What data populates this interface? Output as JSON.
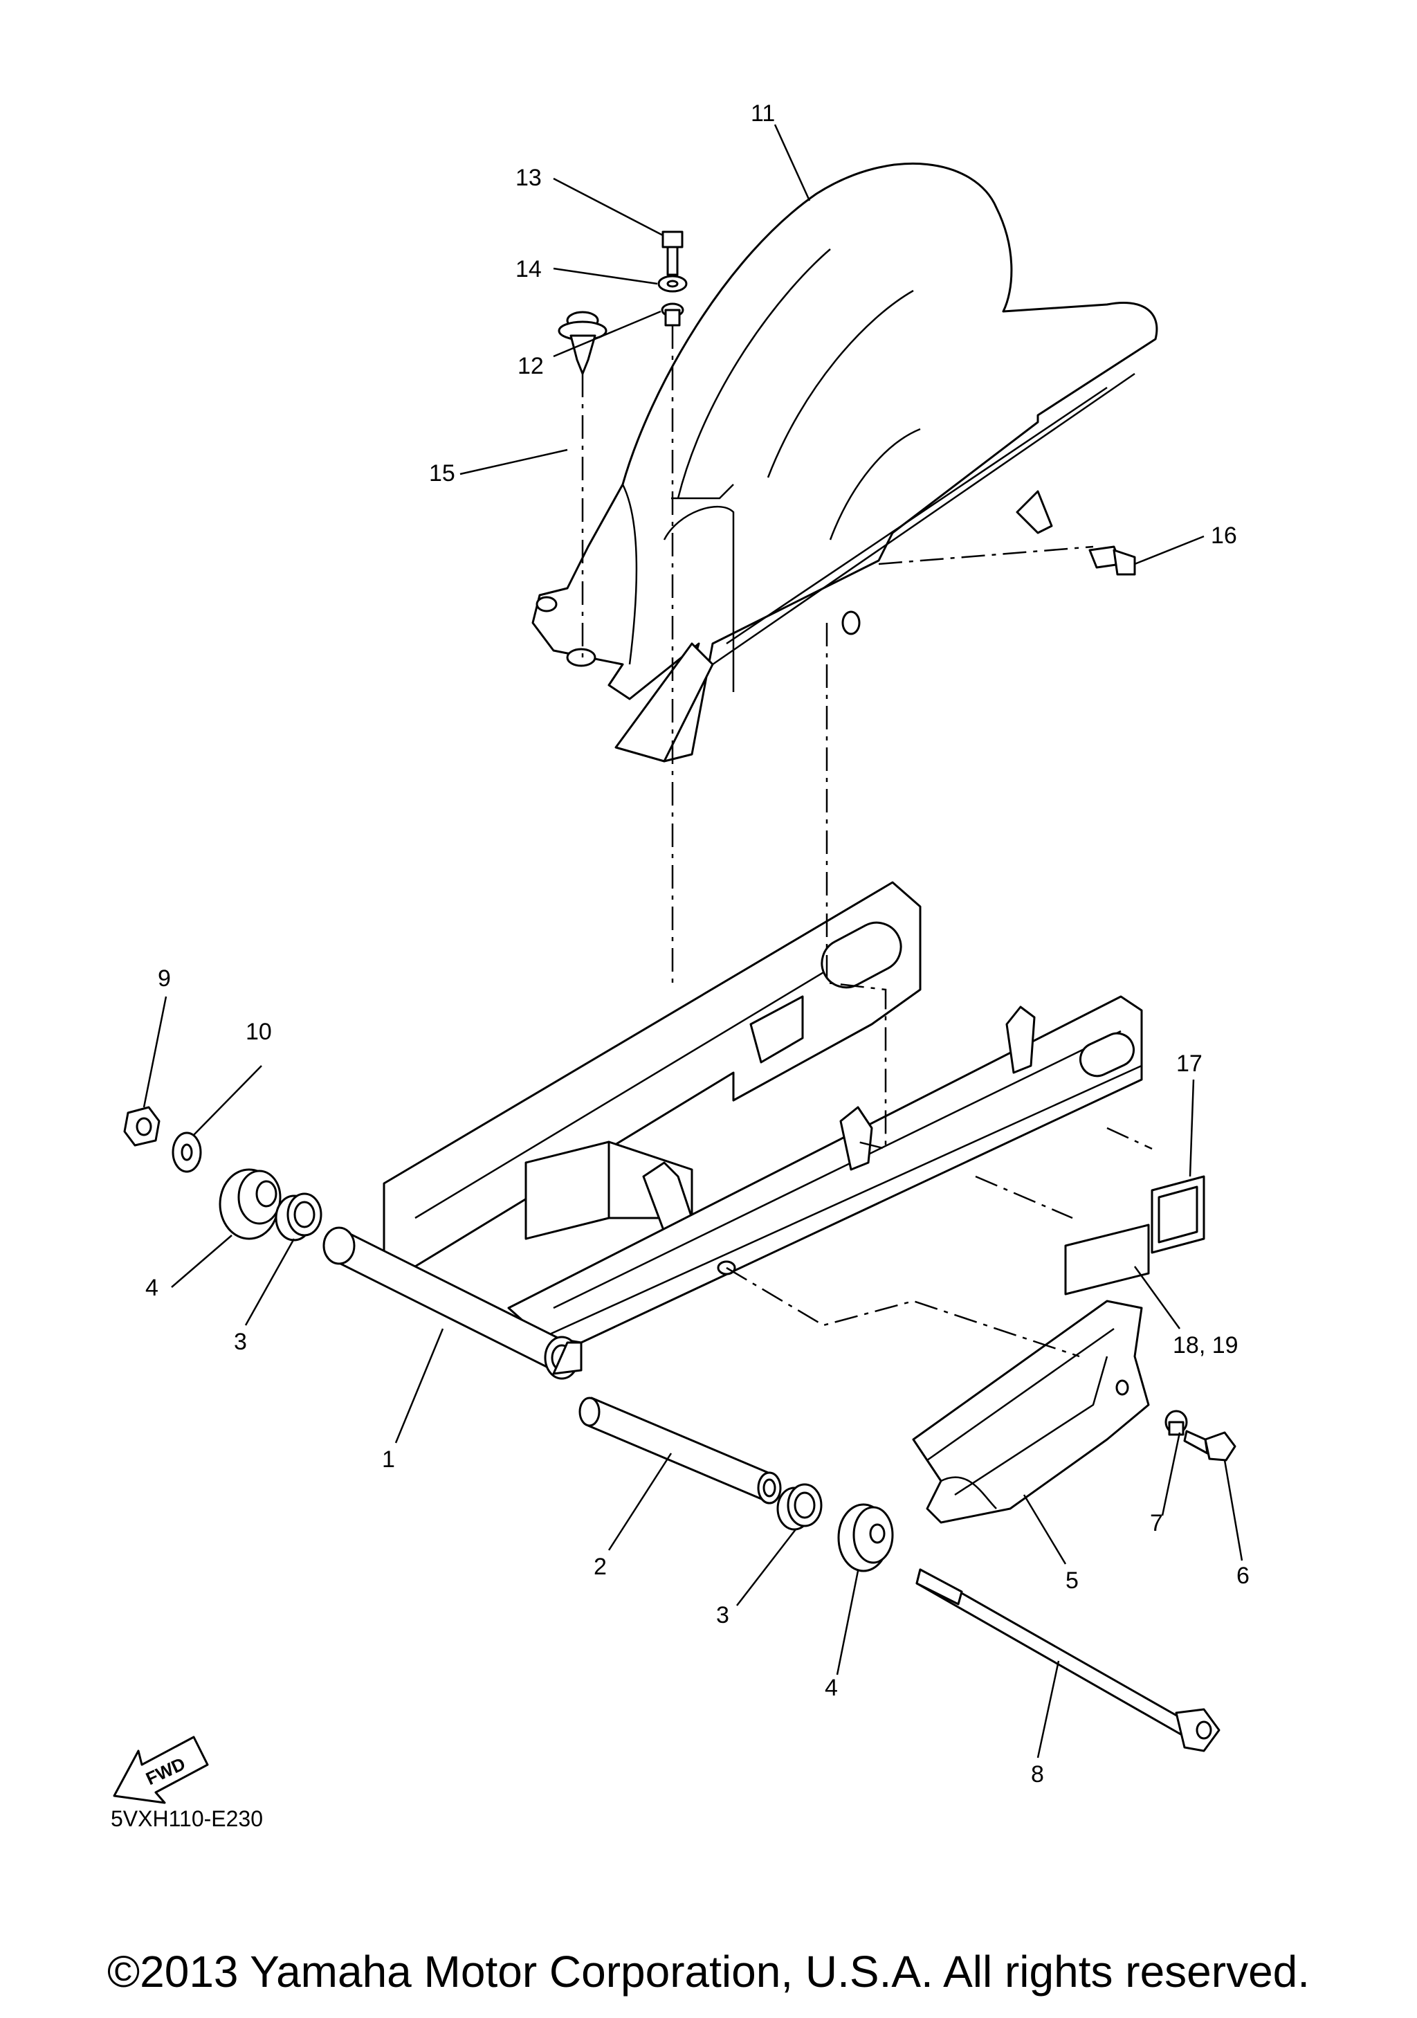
{
  "callouts": {
    "c1": "1",
    "c2": "2",
    "c3a": "3",
    "c3b": "3",
    "c4a": "4",
    "c4b": "4",
    "c5": "5",
    "c6": "6",
    "c7": "7",
    "c8": "8",
    "c9": "9",
    "c10": "10",
    "c11": "11",
    "c12": "12",
    "c13": "13",
    "c14": "14",
    "c15": "15",
    "c16": "16",
    "c17": "17",
    "c1819": "18, 19"
  },
  "diagram_code": "5VXH110-E230",
  "fwd_label": "FWD",
  "copyright": "©2013 Yamaha Motor Corporation, U.S.A. All rights reserved."
}
